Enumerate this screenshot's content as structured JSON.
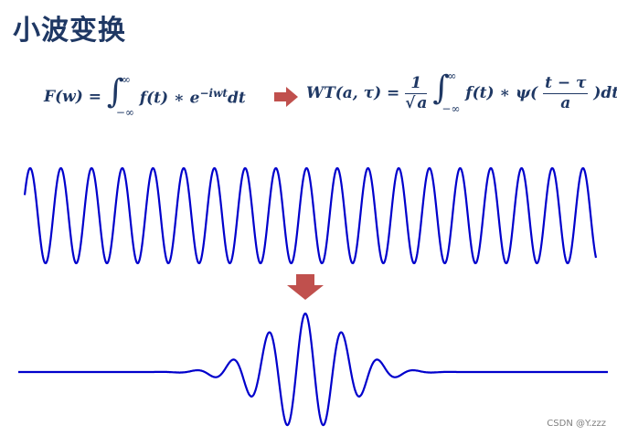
{
  "title": "小波变换",
  "formula_fourier": {
    "lhs": "F(w) =",
    "int_upper": "∞",
    "int_lower": "−∞",
    "integrand": "f(t) ∗ e",
    "exponent": "−iwt",
    "tail": "dt"
  },
  "formula_wavelet": {
    "lhs": "WT(a, τ) =",
    "coef_num": "1",
    "coef_den": "a",
    "int_upper": "∞",
    "int_lower": "−∞",
    "integrand": "f(t) ∗ ψ(",
    "frac_num": "t − τ",
    "frac_den": "a",
    "tail": ")dt"
  },
  "colors": {
    "title": "#1f3864",
    "wave": "#0000cc",
    "arrow": "#c0504d"
  },
  "icons": {
    "right_arrow": "arrow-right-icon",
    "down_arrow": "arrow-down-icon"
  },
  "watermark": "CSDN @Y.zzz"
}
